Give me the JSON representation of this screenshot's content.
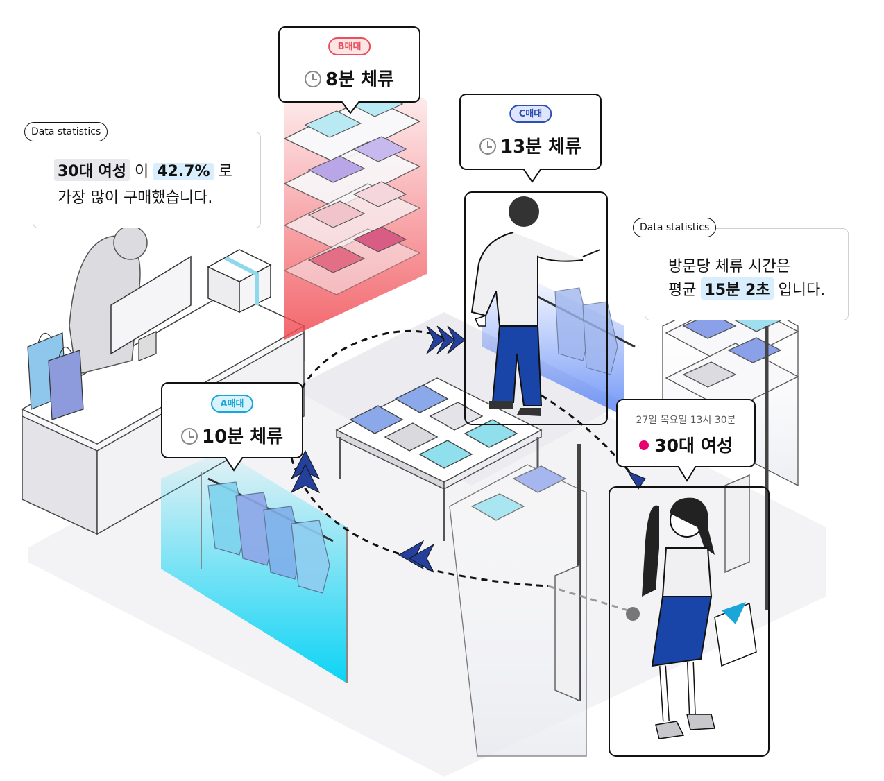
{
  "zones": {
    "b": {
      "label": "B매대",
      "dwell": "8분 체류",
      "color": "#e8505b",
      "bg": "#fde5e6"
    },
    "c": {
      "label": "C매대",
      "dwell": "13분 체류",
      "color": "#2e4fb5",
      "bg": "#dfe6fb"
    },
    "a": {
      "label": "A매대",
      "dwell": "10분 체류",
      "color": "#1aa7d8",
      "bg": "#d8f3fc"
    }
  },
  "stats": {
    "purchase": {
      "tag": "Data statistics",
      "group": "30대 여성",
      "particle": "이",
      "percent": "42.7%",
      "suffix": "로",
      "line2": "가장 많이 구매했습니다."
    },
    "dwell": {
      "tag": "Data statistics",
      "line1": "방문당 체류 시간은",
      "prefix": "평균",
      "value": "15분 2초",
      "suffix": "입니다."
    }
  },
  "visitor": {
    "timestamp": "27일 목요일 13시 30분",
    "segment": "30대 여성",
    "dot_color": "#e8006e"
  },
  "colors": {
    "path_arrow": "#24409a",
    "red_zone": "#f04b52",
    "cyan_zone": "#00d2f5",
    "blue_zone": "#5a85f5"
  }
}
